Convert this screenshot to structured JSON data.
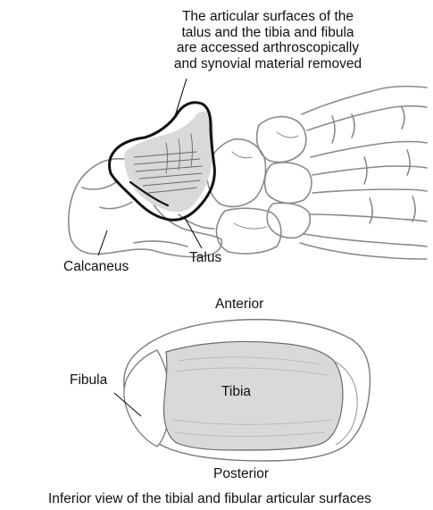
{
  "top_figure": {
    "callout_lines": [
      "The articular surfaces of the",
      "talus and the tibia and fibula",
      "are accessed arthroscopically",
      "and synovial material removed"
    ],
    "labels": {
      "calcaneus": "Calcaneus",
      "talus": "Talus"
    }
  },
  "bottom_figure": {
    "labels": {
      "anterior": "Anterior",
      "fibula": "Fibula",
      "tibia": "Tibia",
      "posterior": "Posterior"
    },
    "caption": "Inferior view of the tibial and fibular articular surfaces"
  },
  "colors": {
    "line": "#111111",
    "bone_outline": "#8a8a8a",
    "highlight_fill": "#d9d9d9"
  }
}
